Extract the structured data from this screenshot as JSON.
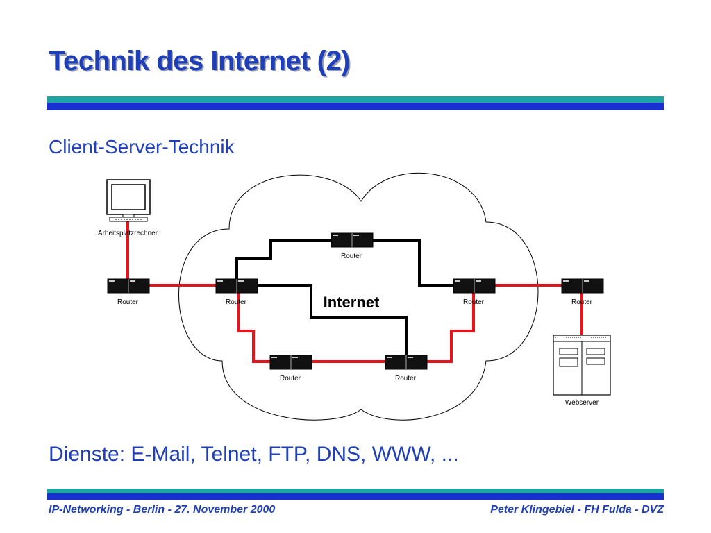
{
  "slide": {
    "title": "Technik des Internet (2)",
    "subheading": "Client-Server-Technik",
    "services": "Dienste: E-Mail, Telnet, FTP, DNS, WWW, ..."
  },
  "diagram": {
    "cloud_label": "Internet",
    "workstation_label": "Arbeitsplatzrechner",
    "webserver_label": "Webserver",
    "router_label": "Router",
    "colors": {
      "red_link": "#e8141c",
      "black_link": "#000000"
    }
  },
  "footer": {
    "left": "IP-Networking - Berlin - 27. November 2000",
    "right": "Peter Klingebiel - FH Fulda - DVZ"
  }
}
